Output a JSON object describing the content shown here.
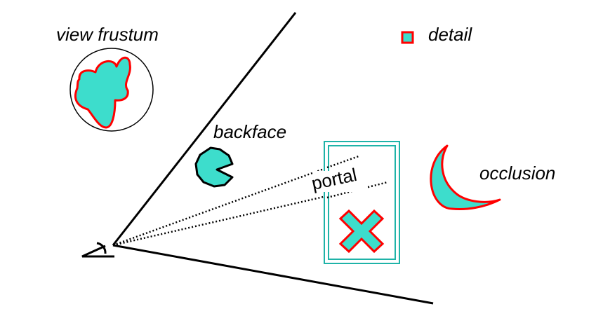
{
  "labels": {
    "view_frustum": "view frustum",
    "detail": "detail",
    "backface": "backface",
    "portal": "portal",
    "occlusion": "occlusion"
  },
  "colors": {
    "fill": "#3dddcc",
    "outline": "#ff0000",
    "portal_frame": "#1fb3a8",
    "line": "#000000"
  },
  "icons": {
    "eye": "eye-icon",
    "detail": "detail-square-icon"
  }
}
